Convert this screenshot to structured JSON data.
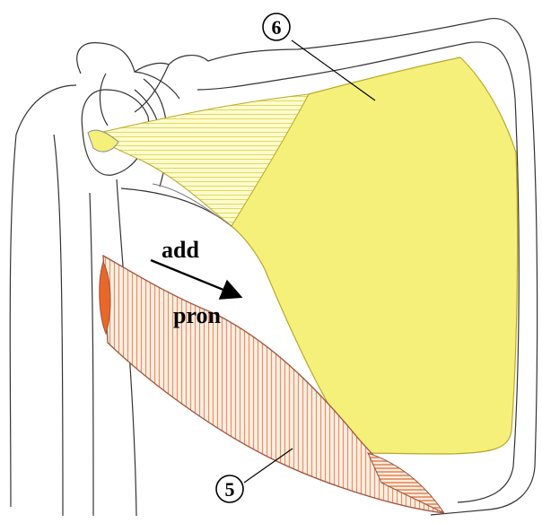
{
  "labels": {
    "muscle_top": "6",
    "muscle_bottom": "5",
    "action_top": "add",
    "action_bottom": "pron"
  },
  "colors": {
    "outline": "#333333",
    "muscle_yellow": "#f5f07a",
    "muscle_orange_fill": "#fbe3d3",
    "muscle_orange_stripe": "#e08a5a",
    "muscle_orange_dark": "#e8682a"
  }
}
